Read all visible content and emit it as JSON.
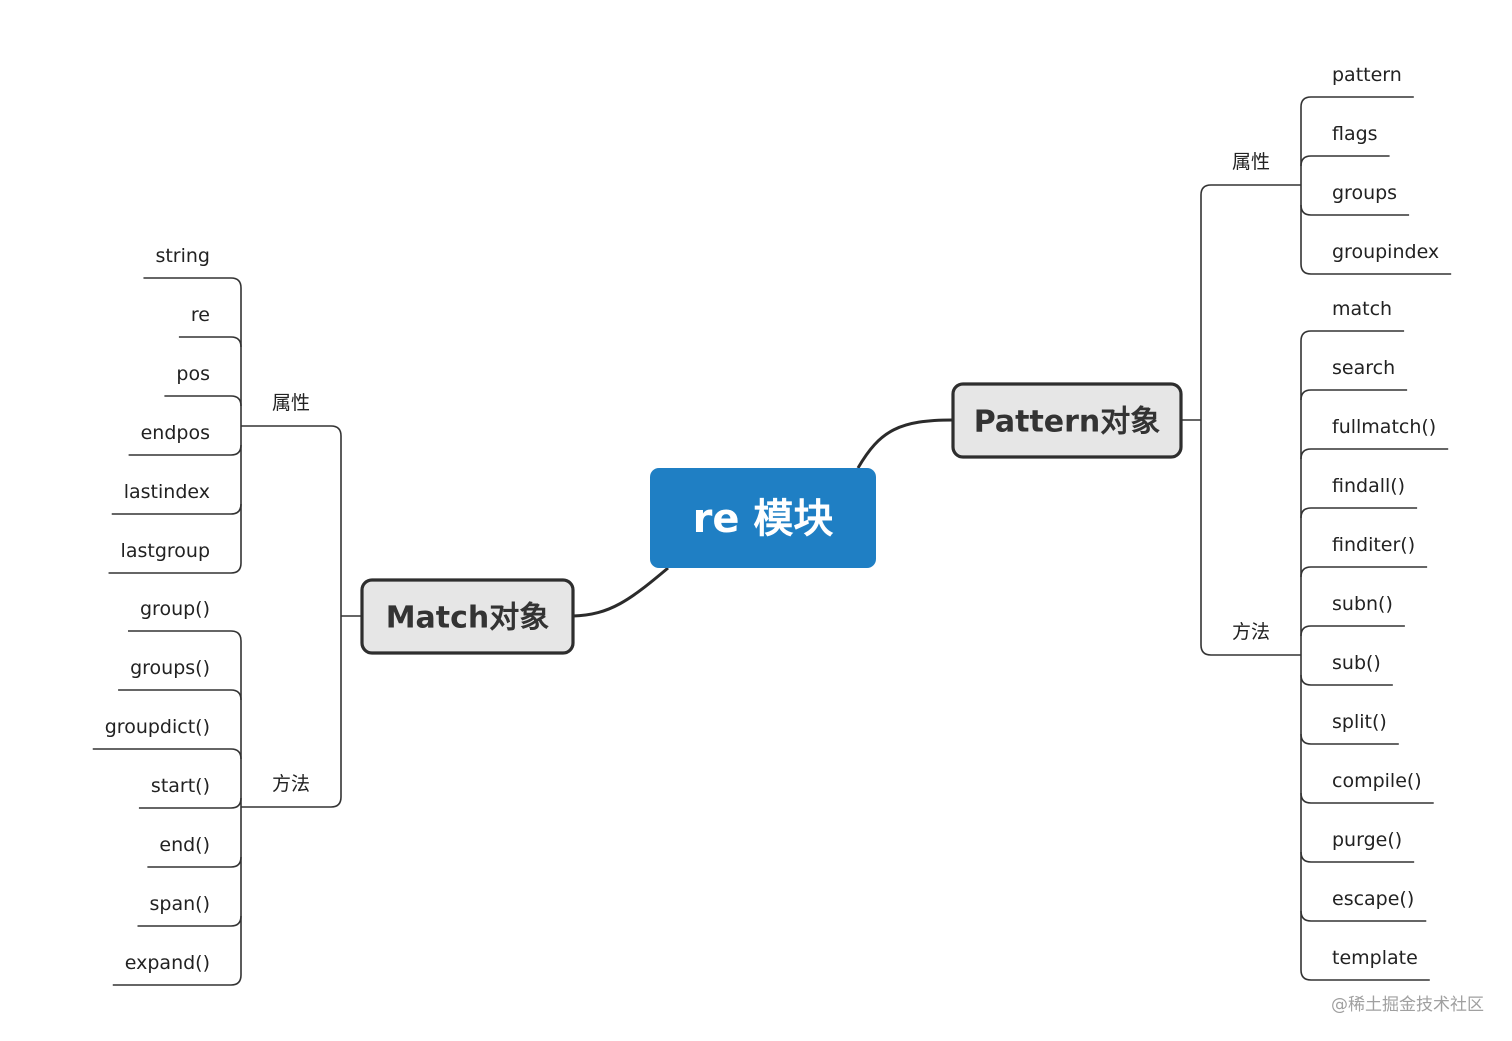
{
  "root": {
    "label": "re 模块",
    "color": "#1f7fc4"
  },
  "branches": {
    "pattern": {
      "label": "Pattern对象",
      "groups": [
        {
          "label": "属性",
          "items": [
            "pattern",
            "flags",
            "groups",
            "groupindex"
          ]
        },
        {
          "label": "方法",
          "items": [
            "match",
            "search",
            "fullmatch()",
            "findall()",
            "finditer()",
            "subn()",
            "sub()",
            "split()",
            "compile()",
            "purge()",
            "escape()",
            "template"
          ]
        }
      ]
    },
    "match": {
      "label": "Match对象",
      "groups": [
        {
          "label": "属性",
          "items": [
            "string",
            "re",
            "pos",
            "endpos",
            "lastindex",
            "lastgroup"
          ]
        },
        {
          "label": "方法",
          "items": [
            "group()",
            "groups()",
            "groupdict()",
            "start()",
            "end()",
            "span()",
            "expand()"
          ]
        }
      ]
    }
  },
  "watermark": "@稀土掘金技术社区"
}
